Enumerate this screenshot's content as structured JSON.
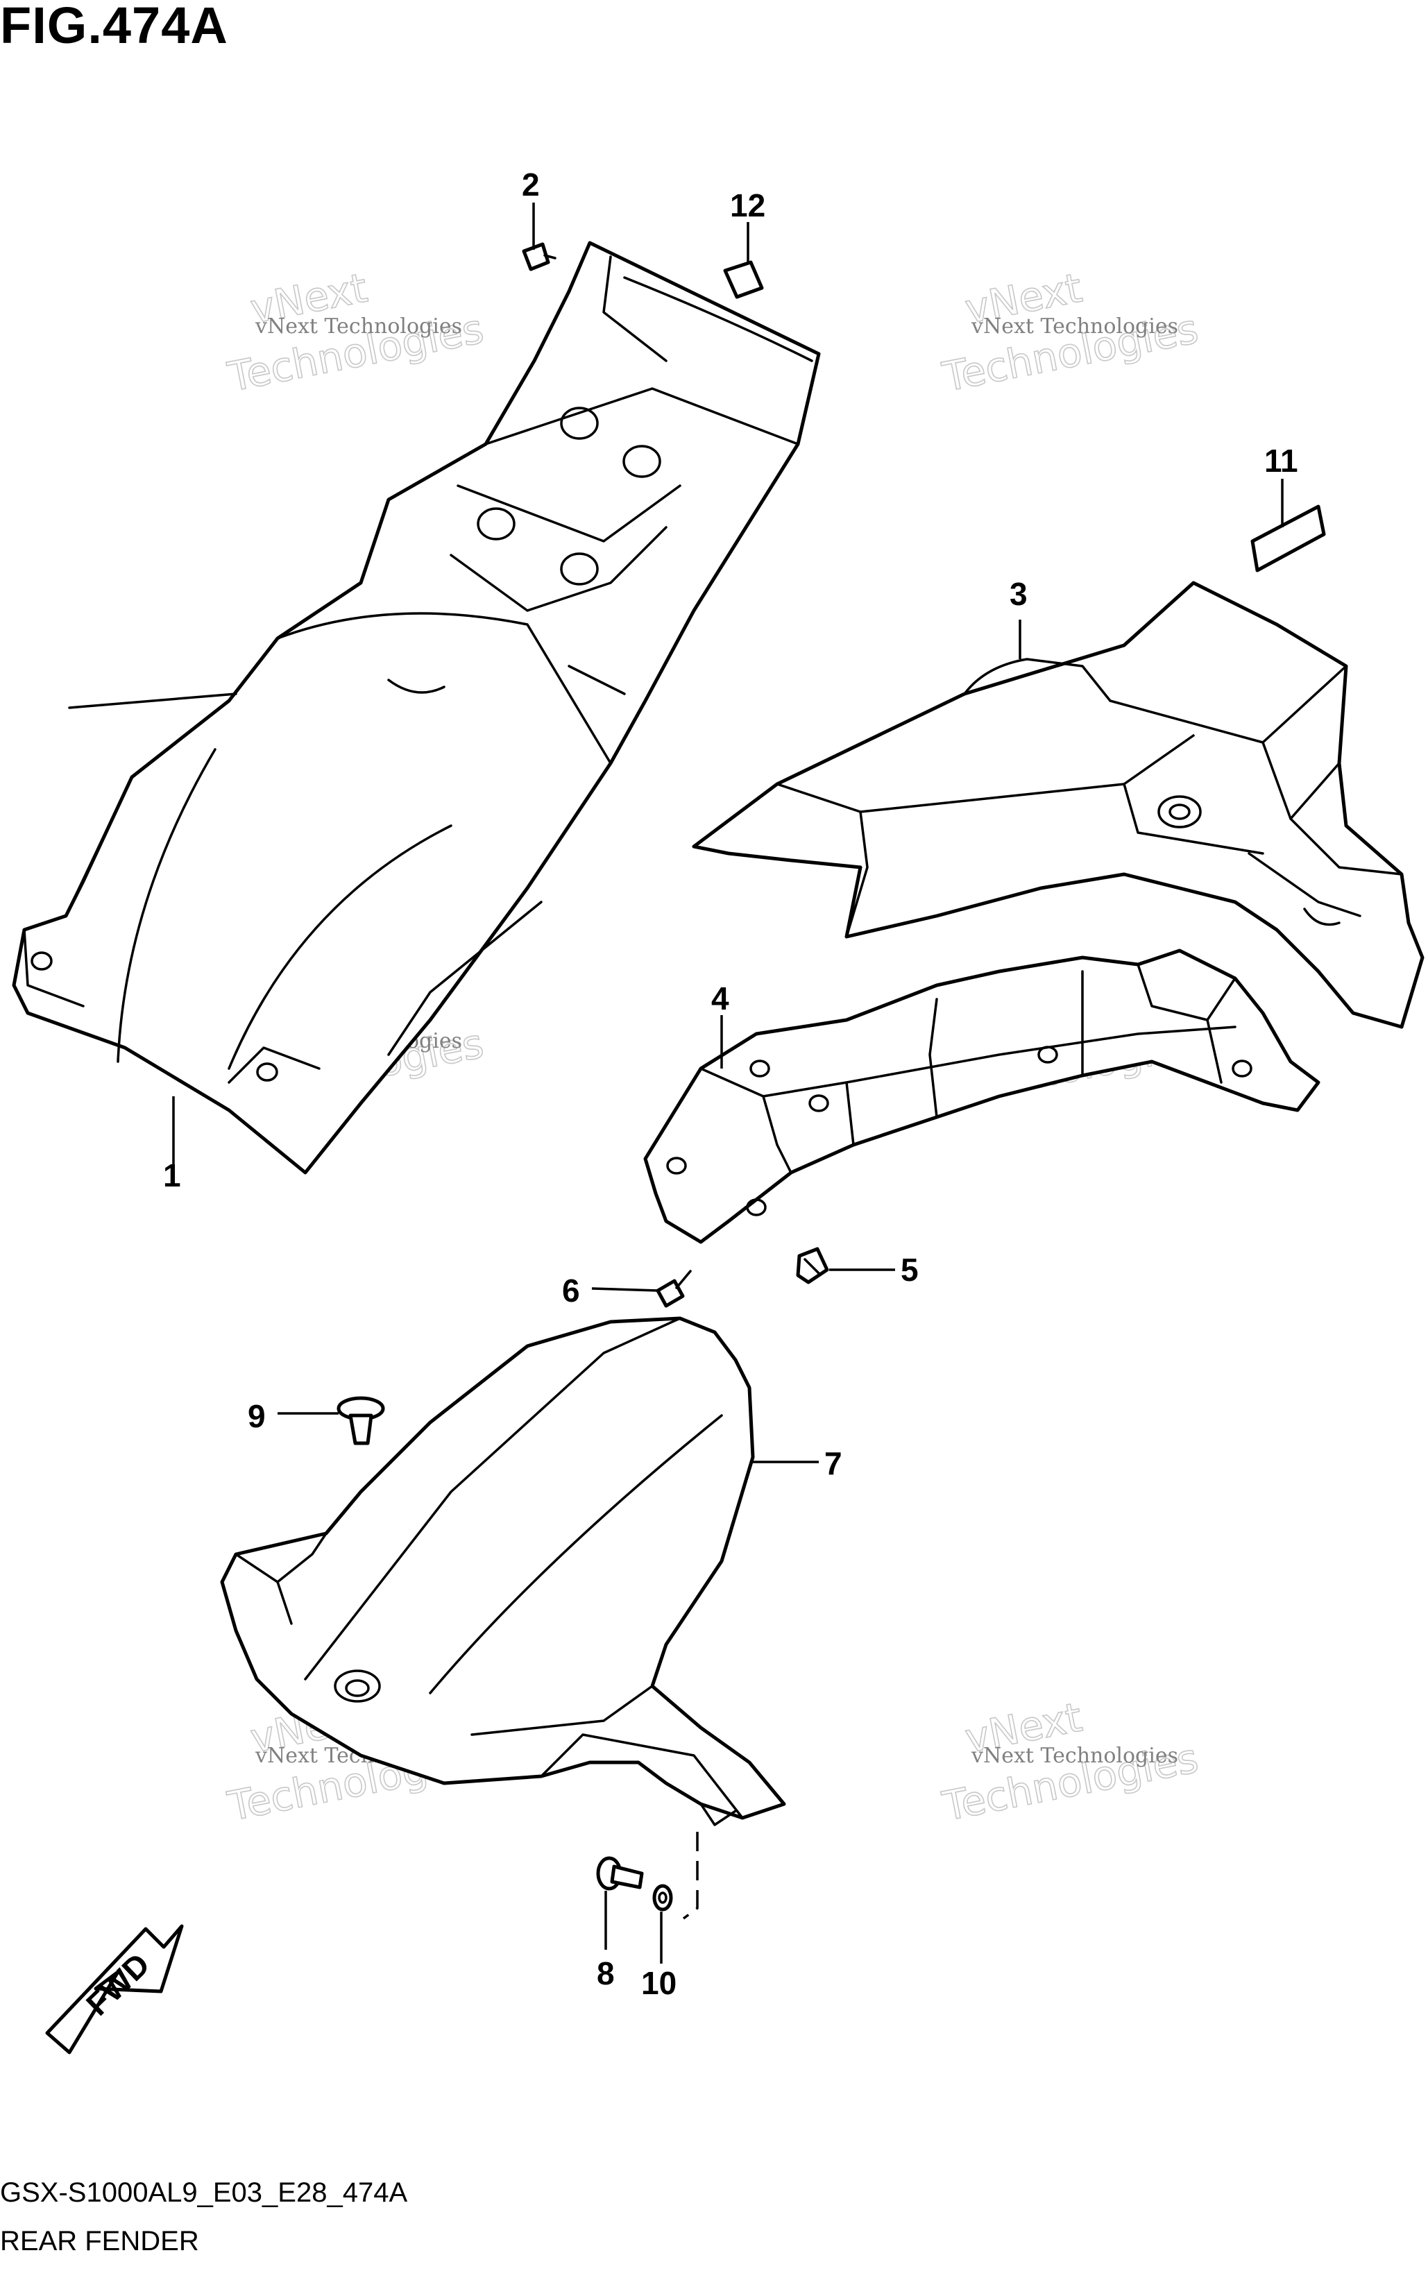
{
  "figure_title": "FIG.474A",
  "footer": {
    "code": "GSX-S1000AL9_E03_E28_474A",
    "name": "REAR FENDER"
  },
  "direction_label": "FWD",
  "watermark": {
    "small": "vNext Technologies",
    "big_line1": "vNext",
    "big_line2": "Technologies"
  },
  "callouts": [
    "1",
    "2",
    "3",
    "4",
    "5",
    "6",
    "7",
    "8",
    "9",
    "10",
    "11",
    "12"
  ]
}
